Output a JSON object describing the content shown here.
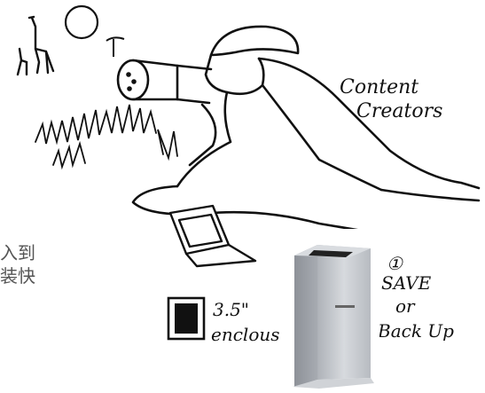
{
  "sketch": {
    "caption_content_creators": [
      "Content",
      "Creators"
    ],
    "enclosure_label": [
      "3.5\"",
      "enclous"
    ],
    "step_number": "①",
    "save_label": [
      "SAVE",
      "or",
      "Back Up"
    ]
  },
  "side_text": [
    "入到",
    "装快"
  ],
  "colors": {
    "ink": "#111111",
    "drive_body": "#c9ccd1",
    "side_text": "#555555"
  }
}
